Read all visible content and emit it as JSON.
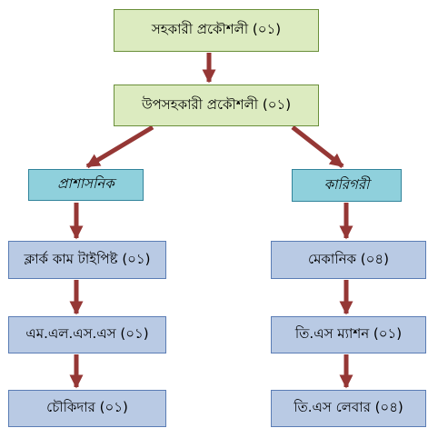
{
  "colors": {
    "top_fill": "#dcebc0",
    "top_border": "#6a8f3a",
    "category_fill": "#8fd0dc",
    "category_border": "#31849b",
    "leaf_fill": "#b9cae4",
    "leaf_border": "#5b7db5",
    "arrow": "#953735"
  },
  "org_chart": {
    "top": "সহকারী প্রকৌশলী (০১)",
    "second": "উপসহকারী প্রকৌশলী (০১)",
    "admin": {
      "title": "প্রাশাসনিক",
      "items": [
        "ক্লার্ক কাম টাইপিষ্ট (০১)",
        "এম.এল.এস.এস (০১)",
        "চৌকিদার (০১)"
      ]
    },
    "technical": {
      "title": "কারিগরী",
      "items": [
        "মেকানিক (০৪)",
        "তি.এস ম্যাশন (০১)",
        "তি.এস লেবার (০৪)"
      ]
    }
  }
}
